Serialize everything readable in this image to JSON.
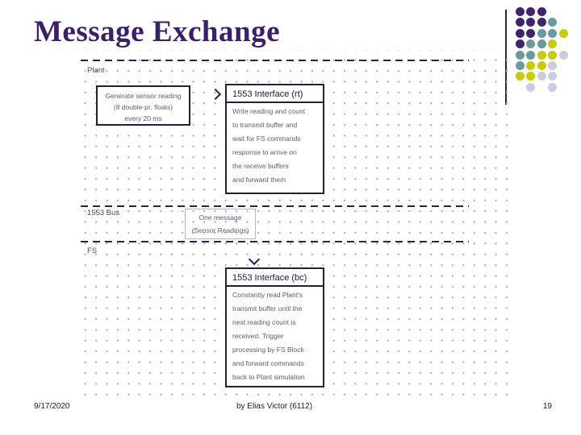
{
  "slide": {
    "title": "Message Exchange",
    "footer": {
      "date": "9/17/2020",
      "credit": "by Elias Victor (6112)",
      "page": "19"
    }
  },
  "diagram": {
    "lanes": [
      {
        "label": "Plant"
      },
      {
        "label": "1553 Bus"
      },
      {
        "label": "FS"
      }
    ],
    "generate_box": {
      "lines": [
        "Generate sensor reading",
        "(8 double-pr. floats)",
        "every 20 ms"
      ]
    },
    "rt_box": {
      "title": "1553 Interface (rt)",
      "body": [
        "Write reading and count",
        "to transmit buffer and",
        "wait for FS commands",
        "response to arrive on",
        "the receive buffers",
        "and forward them"
      ]
    },
    "bus_message": {
      "lines": [
        "One message",
        "(Sensor Readings)"
      ]
    },
    "bc_box": {
      "title": "1553 Interface (bc)",
      "body": [
        "Constantly read Plant's",
        "transmit buffer until the",
        "next reading count is",
        "received.  Trigger",
        "processing by FS Block",
        "and forward commands",
        "back to Plant simulation"
      ]
    }
  },
  "decoration": {
    "colors": {
      "title_text": "#3B1F6F",
      "dash_line": "#26264D",
      "dot_purple": "#3F2270",
      "dot_teal": "#679B9C",
      "dot_yellow": "#CBCB00",
      "dot_lavender": "#CCCCDF"
    },
    "dot_pattern": [
      "PPP..",
      "PPPT.",
      "PPTTY",
      "PTTY.",
      "TTYYL",
      "TYYL.",
      "YYLL.",
      ".L.L."
    ]
  }
}
